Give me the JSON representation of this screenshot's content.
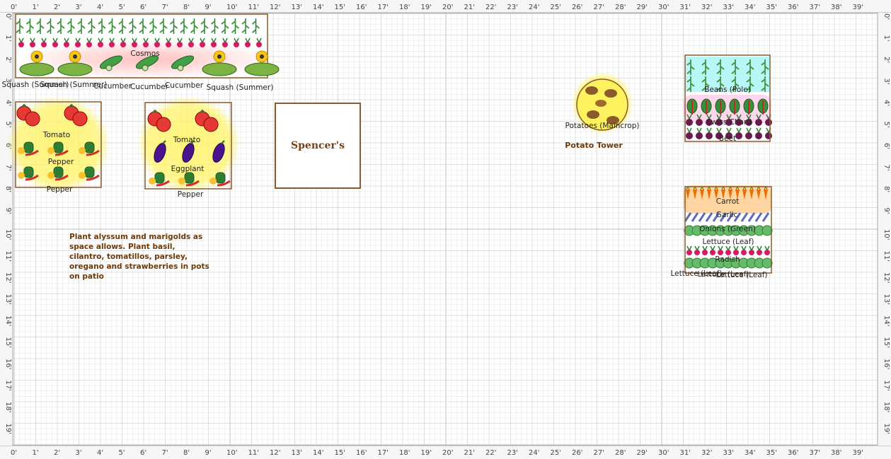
{
  "rulers": {
    "x_labels": [
      "0'",
      "1'",
      "2'",
      "3'",
      "4'",
      "5'",
      "6'",
      "7'",
      "8'",
      "9'",
      "10'",
      "11'",
      "12'",
      "13'",
      "14'",
      "15'",
      "16'",
      "17'",
      "18'",
      "19'",
      "20'",
      "21'",
      "22'",
      "23'",
      "24'",
      "25'",
      "26'",
      "27'",
      "28'",
      "29'",
      "30'",
      "31'",
      "32'",
      "33'",
      "34'",
      "35'",
      "36'",
      "37'",
      "38'",
      "39'"
    ],
    "y_labels": [
      "0'",
      "1'",
      "2'",
      "3'",
      "4'",
      "5'",
      "6'",
      "7'",
      "8'",
      "9'",
      "10'",
      "11'",
      "12'",
      "13'",
      "14'",
      "15'",
      "16'",
      "17'",
      "18'",
      "19'"
    ]
  },
  "beds": {
    "top_row": {
      "cosmos_label": "Cosmos",
      "plants": [
        "Squash (Summer)",
        "Squash (Summer)",
        "Squash (Summer)",
        "Cucumber",
        "Cucumber",
        "Cucumber",
        "Squash (Summer)"
      ]
    },
    "bed1": {
      "tomato": "Tomato",
      "pepper_1": "Pepper",
      "pepper_2": "Pepper"
    },
    "bed2": {
      "tomato": "Tomato",
      "eggplant": "Eggplant",
      "pepper": "Pepper"
    },
    "spencer": {
      "label": "Spencer's"
    },
    "potato": {
      "label": "Potatoes (Maincrop)",
      "caption": "Potato Tower"
    },
    "right_top": {
      "beans": "Beans (Pole)",
      "chard": "Swiss Chard",
      "beet": "Beet"
    },
    "right_bottom": {
      "carrot": "Carrot",
      "garlic": "Garlic",
      "onions": "Onions (Green)",
      "lettuce_1": "Lettuce (Leaf)",
      "radish": "Radish",
      "lettuce_2": "Lettuce (Leaf)",
      "lettuce_3": "Lettuce (Leaf)",
      "lettuce_4": "Lettuce (Leaf)"
    }
  },
  "note": "Plant alyssum and marigolds as space allows. Plant basil, cilantro, tomatillos, parsley, oregano and strawberries in pots on patio",
  "colors": {
    "grid": "#e3e3e3",
    "grid_major": "#bdbdbd",
    "bed_border": "#8b5a2b",
    "highlight_yellow": "#fff36b",
    "highlight_pink": "#ffc2c2",
    "highlight_cyan": "#a8f4f4",
    "highlight_orange": "#ffcf91"
  }
}
